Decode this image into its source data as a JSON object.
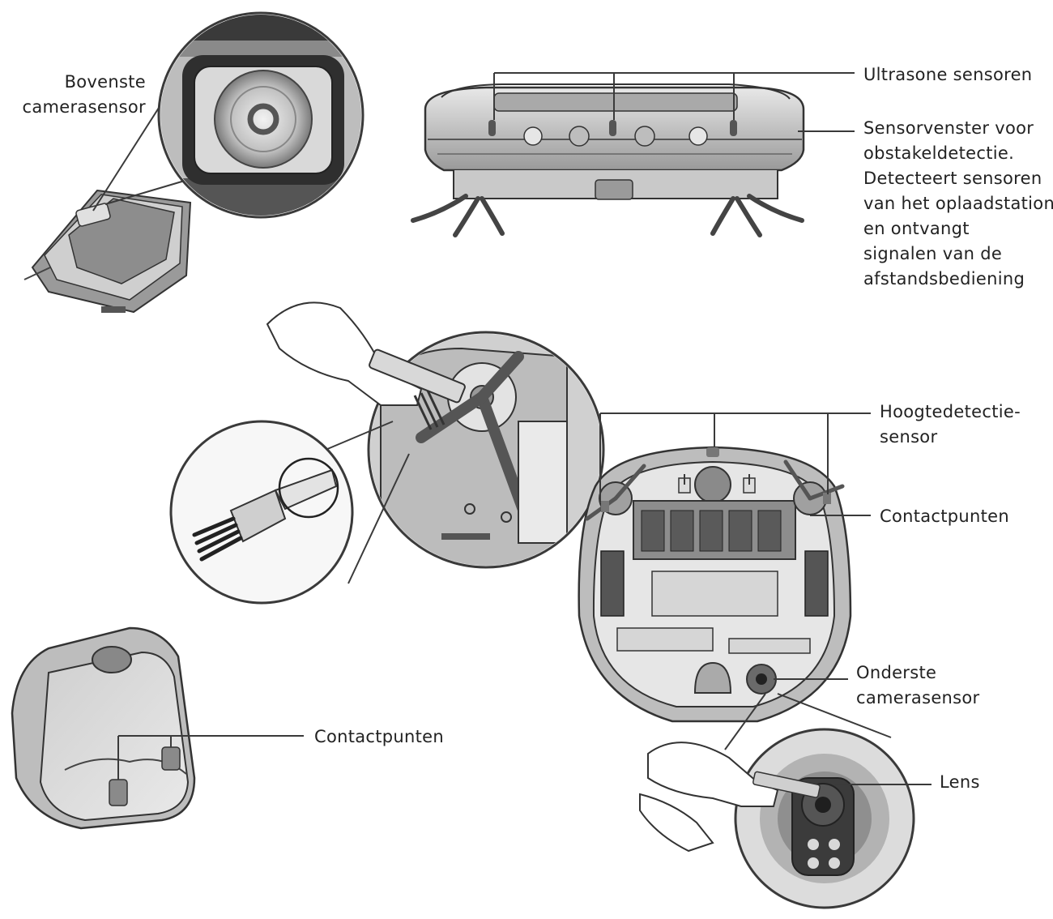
{
  "labels": {
    "top_camera_sensor": [
      "Bovenste",
      "camerasensor"
    ],
    "ultrasonic_sensors": "Ultrasone sensoren",
    "sensor_window": [
      "Sensorvenster voor",
      "obstakeldetectie.",
      "Detecteert sensoren",
      "van het oplaadstation",
      "en ontvangt",
      "signalen van de",
      "afstandsbediening"
    ],
    "height_sensor": [
      "Hoogtedetectie-",
      "sensor"
    ],
    "contact_points_robot": "Contactpunten",
    "bottom_camera_sensor": [
      "Onderste",
      "camerasensor"
    ],
    "lens": "Lens",
    "contact_points_station": "Contactpunten"
  },
  "colors": {
    "line": "#3a3a3a",
    "text": "#222222",
    "body_light": "#d6d6d6",
    "body_mid": "#a8a8a8",
    "body_dark": "#555555"
  }
}
